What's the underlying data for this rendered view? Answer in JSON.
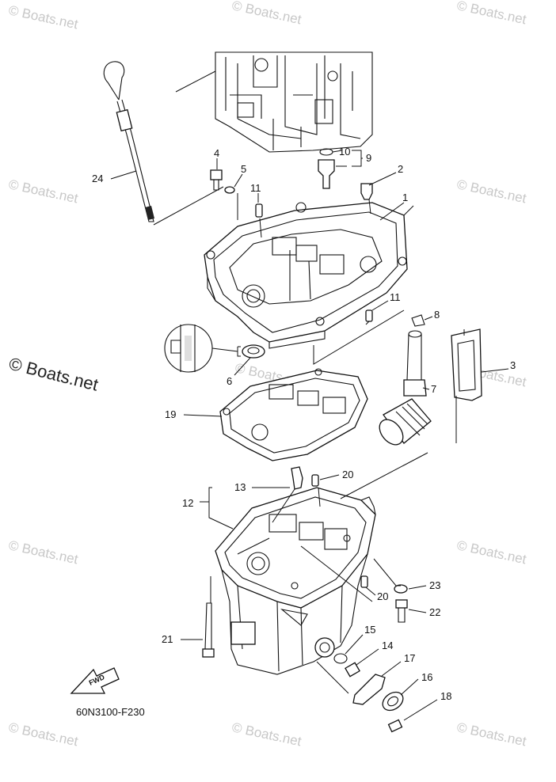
{
  "diagram": {
    "drawing_code": "60N3100-F230",
    "fwd_label": "FWD",
    "watermarks": {
      "small": "© Boats.net",
      "large": "© Boats.net"
    },
    "callouts": [
      {
        "label": "1"
      },
      {
        "label": "2"
      },
      {
        "label": "3"
      },
      {
        "label": "4"
      },
      {
        "label": "5"
      },
      {
        "label": "6"
      },
      {
        "label": "7"
      },
      {
        "label": "8"
      },
      {
        "label": "9"
      },
      {
        "label": "10"
      },
      {
        "label": "11"
      },
      {
        "label": "11"
      },
      {
        "label": "12"
      },
      {
        "label": "13"
      },
      {
        "label": "14"
      },
      {
        "label": "15"
      },
      {
        "label": "16"
      },
      {
        "label": "17"
      },
      {
        "label": "18"
      },
      {
        "label": "19"
      },
      {
        "label": "20"
      },
      {
        "label": "20"
      },
      {
        "label": "21"
      },
      {
        "label": "22"
      },
      {
        "label": "23"
      },
      {
        "label": "24"
      }
    ]
  }
}
